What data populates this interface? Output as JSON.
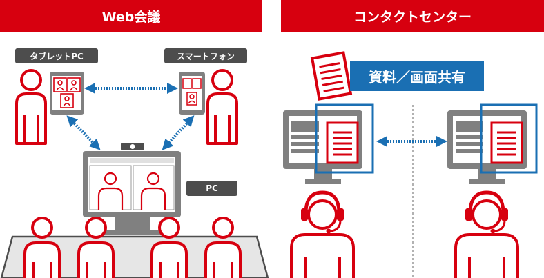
{
  "left_section": {
    "title": "Web会議"
  },
  "right_section": {
    "title": "コンタクトセンター"
  },
  "labels": {
    "tablet": "タブレットPC",
    "smartphone": "スマートフォン",
    "pc": "PC",
    "share": "資料／画面共有"
  },
  "colors": {
    "red": "#d7000f",
    "gray": "#808080",
    "blue": "#1a6fb3",
    "dark": "#4d4d4d"
  }
}
